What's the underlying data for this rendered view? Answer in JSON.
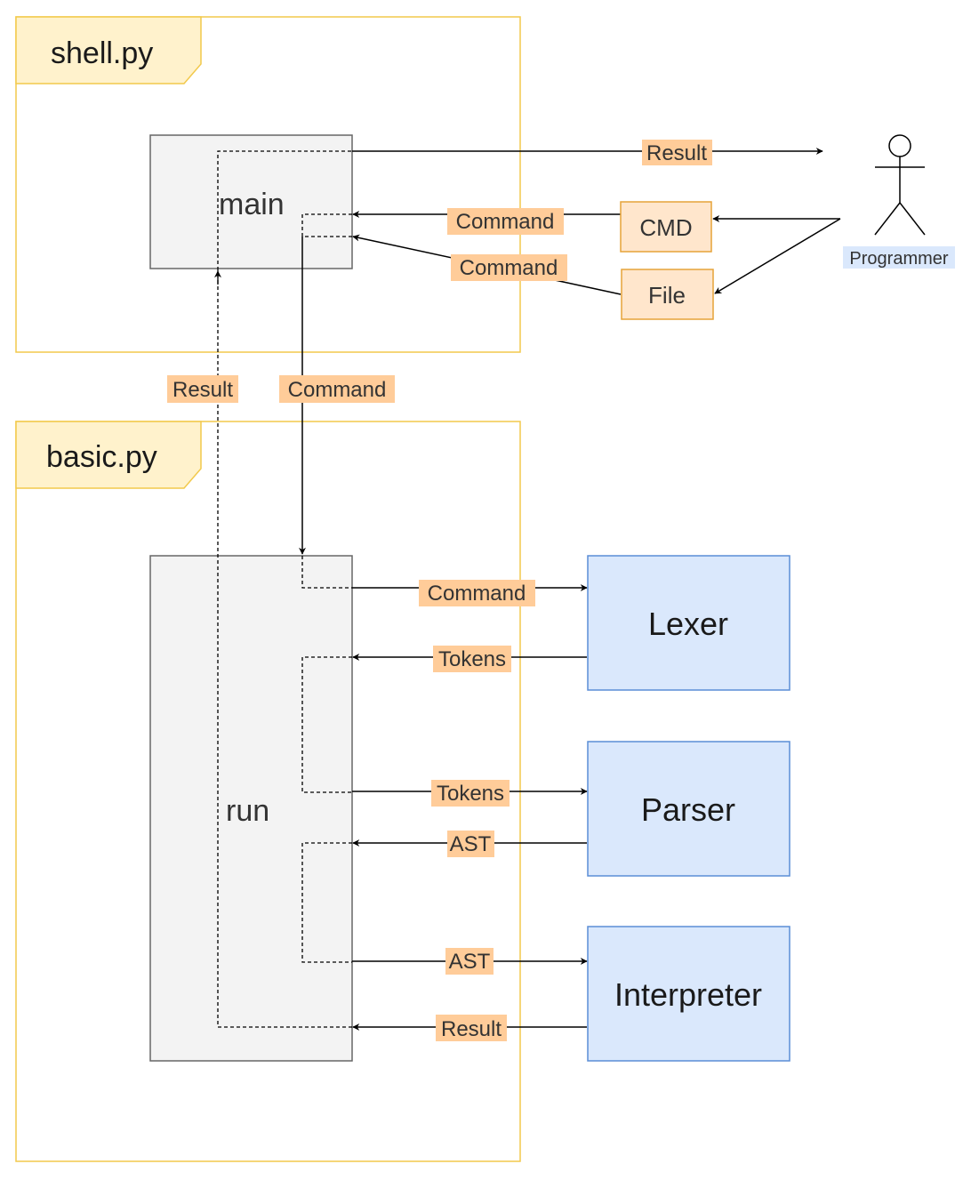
{
  "modules": {
    "shell": "shell.py",
    "basic": "basic.py"
  },
  "functions": {
    "main": "main",
    "run": "run"
  },
  "inputs": {
    "cmd": "CMD",
    "file": "File"
  },
  "actor": {
    "name": "Programmer"
  },
  "components": {
    "lexer": "Lexer",
    "parser": "Parser",
    "interpreter": "Interpreter"
  },
  "edges": {
    "main_to_programmer": "Result",
    "cmd_to_main": "Command",
    "file_to_main": "Command",
    "run_to_main": "Result",
    "main_to_run": "Command",
    "run_to_lexer": "Command",
    "lexer_to_run": "Tokens",
    "run_to_parser": "Tokens",
    "parser_to_run": "AST",
    "run_to_interpreter": "AST",
    "interpreter_to_run": "Result"
  },
  "colors": {
    "module_border": "#f2c94c",
    "module_tab_fill": "#fff2cc",
    "function_fill": "#f3f3f3",
    "function_border": "#666666",
    "edge_label_fill": "#ffcc99",
    "input_fill": "#ffe6cc",
    "input_border": "#e6a339",
    "component_fill": "#dae8fc",
    "component_border": "#5b8ed6",
    "actor_label_fill": "#dae8fc"
  }
}
